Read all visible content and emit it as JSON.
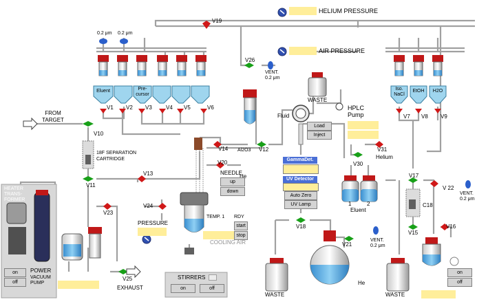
{
  "pressure": {
    "helium_label": "HELIUM PRESSURE",
    "air_label": "AIR PRESSURE",
    "pressure_label": "PRESSURE"
  },
  "filters": {
    "left_1": "0.2 μm",
    "left_2": "0.2 μm",
    "vent_top": "VENT.",
    "vent_top_size": "0.2 μm",
    "vent_right": "VENT.",
    "vent_right_size": "0.2 μm",
    "vent_bottom": "VENT.",
    "vent_bottom_size": "0.2 μm"
  },
  "reagents": {
    "left": [
      "Eluent",
      "Pre-cursor"
    ],
    "right": [
      "Iso. NaCl",
      "EtOH",
      "H2O"
    ]
  },
  "valves": {
    "v1": "V1",
    "v2": "V2",
    "v3": "V3",
    "v4": "V4",
    "v5": "V5",
    "v6": "V6",
    "v7": "V7",
    "v8": "V8",
    "v9": "V9",
    "v10": "V10",
    "v11": "V11",
    "v12": "V12",
    "v13": "V13",
    "v14": "V14",
    "v15": "V15",
    "v16": "V16",
    "v17": "V17",
    "v18": "V18",
    "v19": "V19",
    "v20": "V20",
    "v21": "V21",
    "v22": "V 22",
    "v23": "V23",
    "v24": "V24",
    "v25": "V25",
    "v26": "V26",
    "v30": "V30",
    "v31": "V31"
  },
  "labels": {
    "from_target": "FROM TARGET",
    "separation_cartridge": "18F SEPARATION CARTRIDGE",
    "al2o3": "Al2O3",
    "he_mid": "He",
    "he_bottom": "He",
    "helium": "Helium",
    "fluid": "Fluid",
    "waste_top": "WASTE",
    "waste_bl": "WASTE",
    "waste_br": "WASTE",
    "hplc_pump": "HPLC Pump",
    "c18": "C18",
    "eluent_vials": "Eluent",
    "vial_1": "1",
    "vial_2": "2",
    "needle": "NEEDLE",
    "temp": "TEMP. 1",
    "rdy": "RDY",
    "cooling_air": "COOLING AIR",
    "exhaust": "EXHAUST",
    "stirrers": "STIRRERS",
    "heater": "HEATER TRANS- FORMER",
    "power": "POWER",
    "vacuum_pump": "VACUUM PUMP"
  },
  "buttons": {
    "load": "Load",
    "inject": "Inject",
    "needle_up": "up",
    "needle_down": "down",
    "start": "start",
    "stop": "stop",
    "auto_zero": "Auto Zero",
    "uv_lamp": "UV Lamp",
    "power_on": "on",
    "power_off": "off",
    "stirrers_on": "on",
    "stirrers_off": "off",
    "right_on": "on",
    "right_off": "off"
  },
  "detectors": {
    "gamma": "GammaDet.",
    "uv": "UV Detector"
  },
  "colors": {
    "valve": "#d01818",
    "valve_open": "#18a018",
    "tube": "#a0a0a0",
    "liquid": "#5ab4e6",
    "reagent_box": "#9fd5ee",
    "indicator": "#ffee9a",
    "detector_head": "#4a6fd6"
  }
}
